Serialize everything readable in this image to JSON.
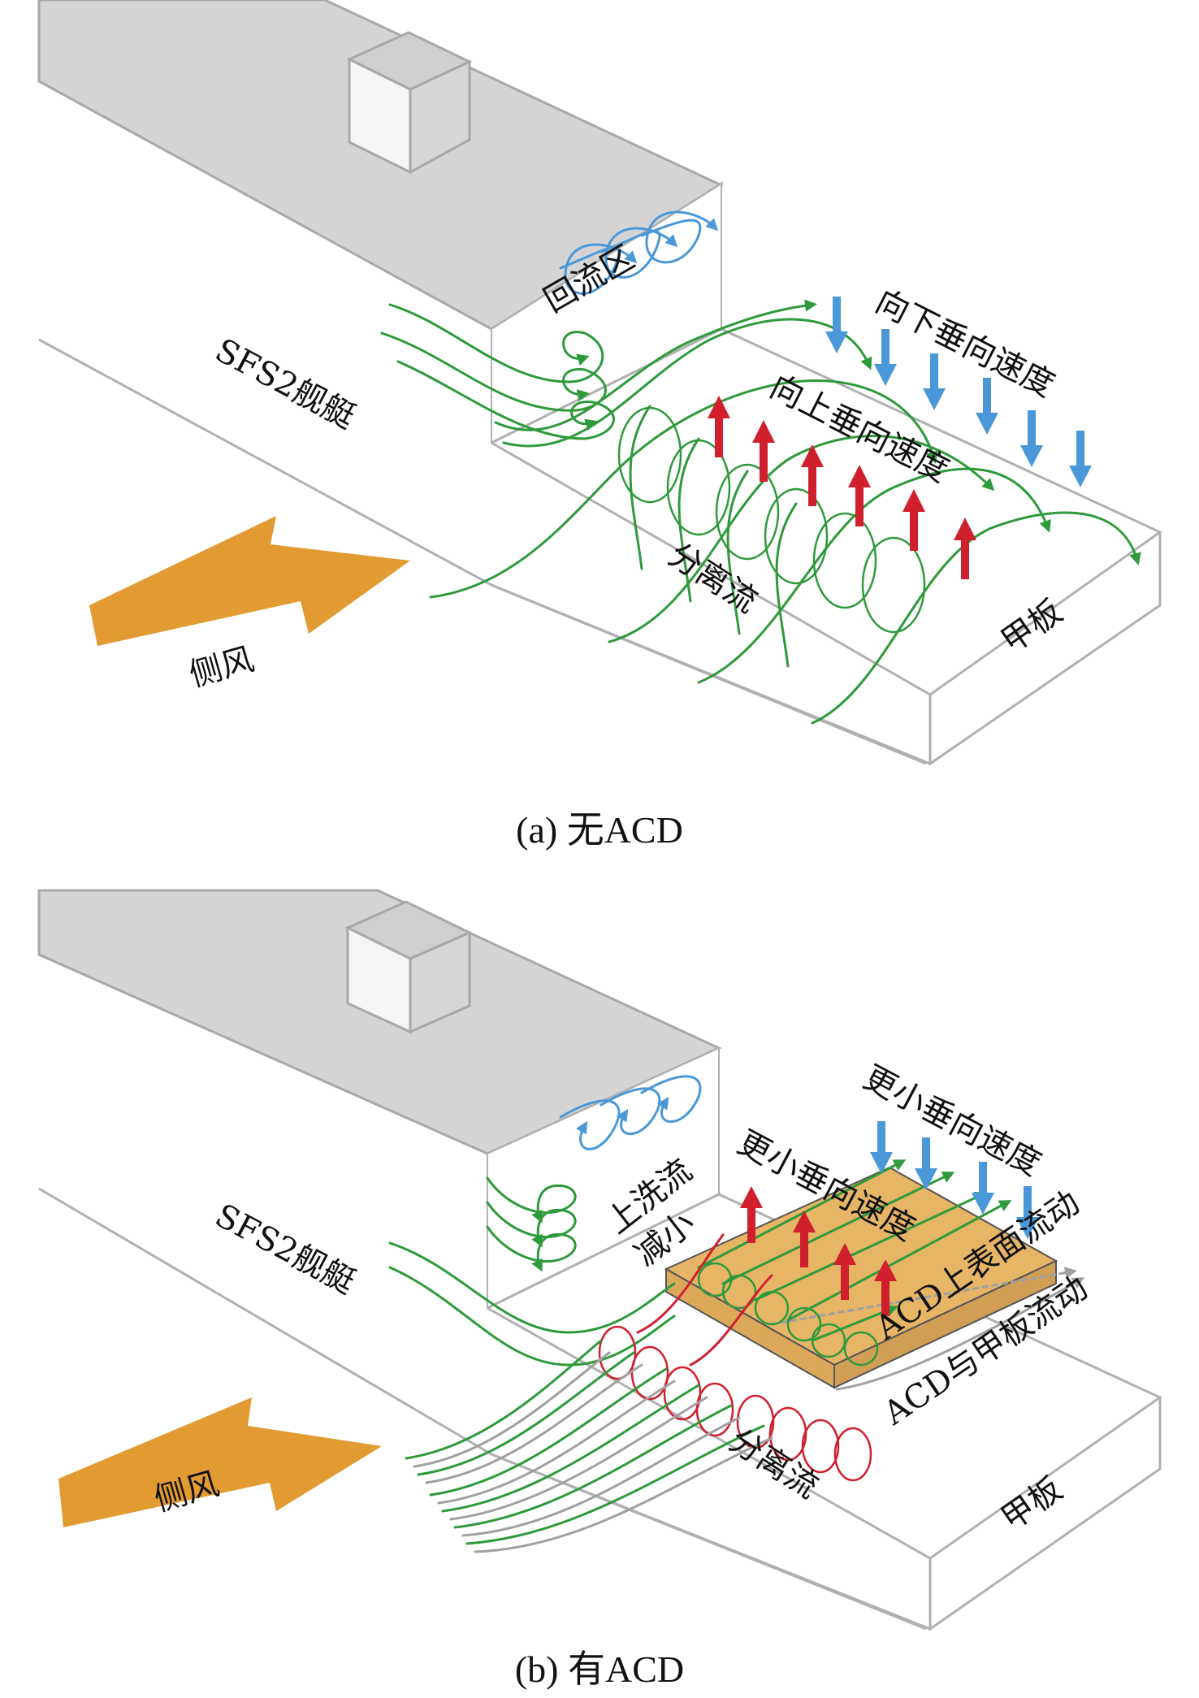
{
  "colors": {
    "streamline": "#2e9a3c",
    "recirculation": "#4a98d8",
    "upward": "#d0202e",
    "downward": "#4a98d8",
    "crosswind": "#e29a32",
    "acd": "#e6b566",
    "hull": "#d4d4d4",
    "outline": "#a8a8a8",
    "deck_flow": "#a0a0a0"
  },
  "panels": [
    {
      "id": "a",
      "caption": "(a) 无ACD",
      "labels": {
        "ship": "SFS2舰艇",
        "recirculation_zone": "回流区",
        "downward_velocity": "向下垂向速度",
        "upward_velocity": "向上垂向速度",
        "separated_flow": "分离流",
        "deck": "甲板",
        "crosswind": "侧风"
      }
    },
    {
      "id": "b",
      "caption": "(b) 有ACD",
      "labels": {
        "ship": "SFS2舰艇",
        "upwash_reduced_line1": "上洗流",
        "upwash_reduced_line2": "减小",
        "smaller_vertical_velocity_top": "更小垂向速度",
        "smaller_vertical_velocity_mid": "更小垂向速度",
        "acd_top_surface_flow": "ACD上表面流动",
        "acd_deck_flow": "ACD与甲板流动",
        "separated_flow": "分离流",
        "deck": "甲板",
        "crosswind": "侧风"
      }
    }
  ]
}
